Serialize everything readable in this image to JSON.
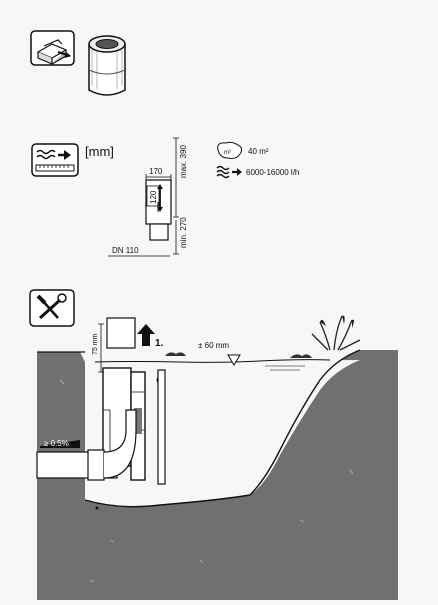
{
  "units_label": "[mm]",
  "dimensions": {
    "width": "170",
    "max_height": "max. 390",
    "inlet_height": "120",
    "min_height": "min. 270",
    "pipe": "DN 110"
  },
  "specs": {
    "area": "40 m²",
    "area_icon_text": "m²",
    "flow": "6000-16000 l/h"
  },
  "install": {
    "depth": "75 mm",
    "step": "1.",
    "level_tolerance": "± 60 mm",
    "slope": "≥ 0.5%"
  }
}
